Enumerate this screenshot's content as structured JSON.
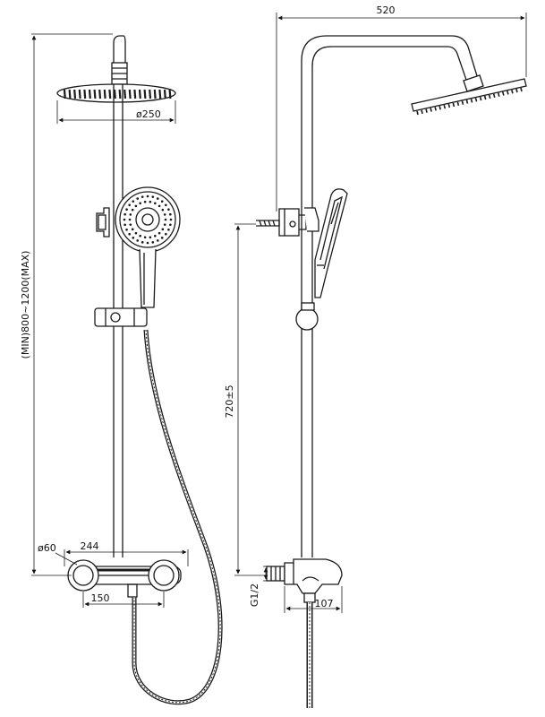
{
  "front_view": {
    "head_diameter_label": "ø250",
    "height_range_label": "(MIN)800~1200(MAX)",
    "mixer_width_label": "244",
    "mixer_diameter_label": "ø60",
    "inlet_spacing_label": "150"
  },
  "side_view": {
    "arm_reach_label": "520",
    "bracket_height_label": "720±5",
    "inlet_thread_label": "G1/2",
    "mixer_depth_label": "107"
  },
  "colors": {
    "line": "#1a1a1a",
    "paper": "#ffffff"
  }
}
